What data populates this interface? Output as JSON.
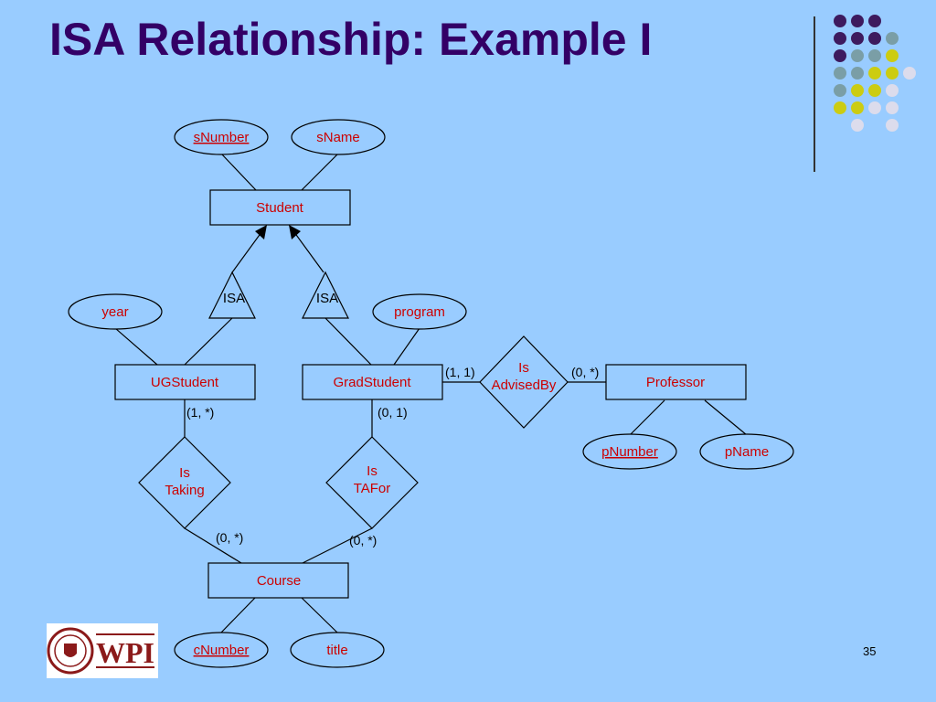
{
  "title": "ISA Relationship: Example I",
  "page_number": "35",
  "logo": {
    "text": "WPI"
  },
  "entities": {
    "student": "Student",
    "ugstudent": "UGStudent",
    "gradstudent": "GradStudent",
    "professor": "Professor",
    "course": "Course"
  },
  "attributes": {
    "snumber": "sNumber",
    "sname": "sName",
    "year": "year",
    "program": "program",
    "pnumber": "pNumber",
    "pname": "pName",
    "cnumber": "cNumber",
    "ctitle": "title"
  },
  "isa_labels": {
    "left": "ISA",
    "right": "ISA"
  },
  "relationships": {
    "advised": [
      "Is",
      "AdvisedBy"
    ],
    "taking": [
      "Is",
      "Taking"
    ],
    "tafor": [
      "Is",
      "TAFor"
    ]
  },
  "cardinalities": {
    "grad_advised": "(1, 1)",
    "prof_advised": "(0, *)",
    "ug_taking": "(1, *)",
    "grad_tafor": "(0, 1)",
    "course_taking": "(0, *)",
    "course_tafor": "(0, *)"
  },
  "colors": {
    "background": "#99ccff",
    "title": "#330066",
    "label_red": "#cc0000",
    "dot_purple": "#3d1a5e",
    "dot_teal": "#7a9ea6",
    "dot_yellow": "#cccc11",
    "dot_light": "#dcdcec"
  },
  "dot_grid": [
    [
      "purple",
      "purple",
      "purple",
      "none",
      "none"
    ],
    [
      "purple",
      "purple",
      "purple",
      "teal",
      "none"
    ],
    [
      "purple",
      "teal",
      "teal",
      "yellow",
      "none"
    ],
    [
      "teal",
      "teal",
      "yellow",
      "yellow",
      "light"
    ],
    [
      "teal",
      "yellow",
      "yellow",
      "light",
      "none"
    ],
    [
      "yellow",
      "yellow",
      "light",
      "light",
      "none"
    ],
    [
      "none",
      "light",
      "none",
      "light",
      "none"
    ]
  ]
}
